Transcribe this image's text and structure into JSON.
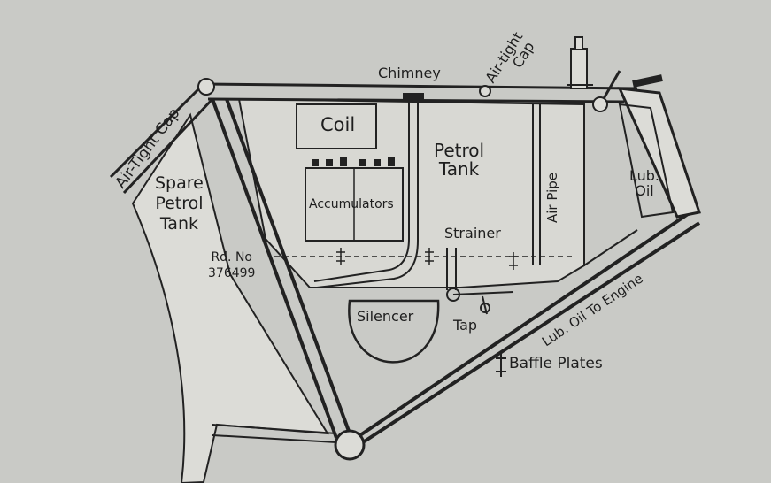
{
  "diagram": {
    "labels": {
      "air_tight_cap_left": "Air-Tight Cap",
      "chimney": "Chimney",
      "air_tight_cap_right_line1": "Air-tight",
      "air_tight_cap_right_line2": "Cap",
      "coil": "Coil",
      "petrol_tank_line1": "Petrol",
      "petrol_tank_line2": "Tank",
      "spare_petrol_tank_line1": "Spare",
      "spare_petrol_tank_line2": "Petrol",
      "spare_petrol_tank_line3": "Tank",
      "rd_no_line1": "Rd. No",
      "rd_no_line2": "376499",
      "accumulators": "Accumulators",
      "strainer": "Strainer",
      "air_pipe": "Air Pipe",
      "lub_oil_line1": "Lub.",
      "lub_oil_line2": "Oil",
      "lub_oil_to_engine": "Lub. Oil To Engine",
      "silencer": "Silencer",
      "tap": "Tap",
      "baffle_plates": "Baffle Plates",
      "baffle_symbol": "ⵅ"
    },
    "colors": {
      "paper": "#c9cac6",
      "panel": "#dcdcd7",
      "ink": "#1e1e1e"
    }
  }
}
